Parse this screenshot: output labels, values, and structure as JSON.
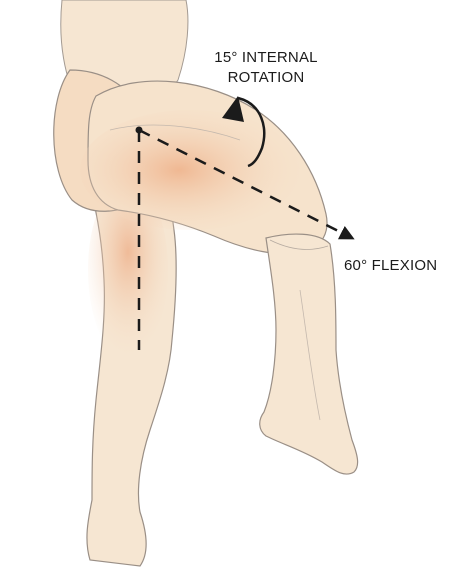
{
  "annotations": {
    "rotation_line1": "15° INTERNAL",
    "rotation_line2": "ROTATION",
    "flexion": "60° FLEXION"
  },
  "colors": {
    "skin_light": "#f6e6d2",
    "skin_mid": "#f2c9a6",
    "skin_warm": "#eeb08a",
    "outline": "#9a8f86",
    "ink": "#1b1b1b"
  }
}
